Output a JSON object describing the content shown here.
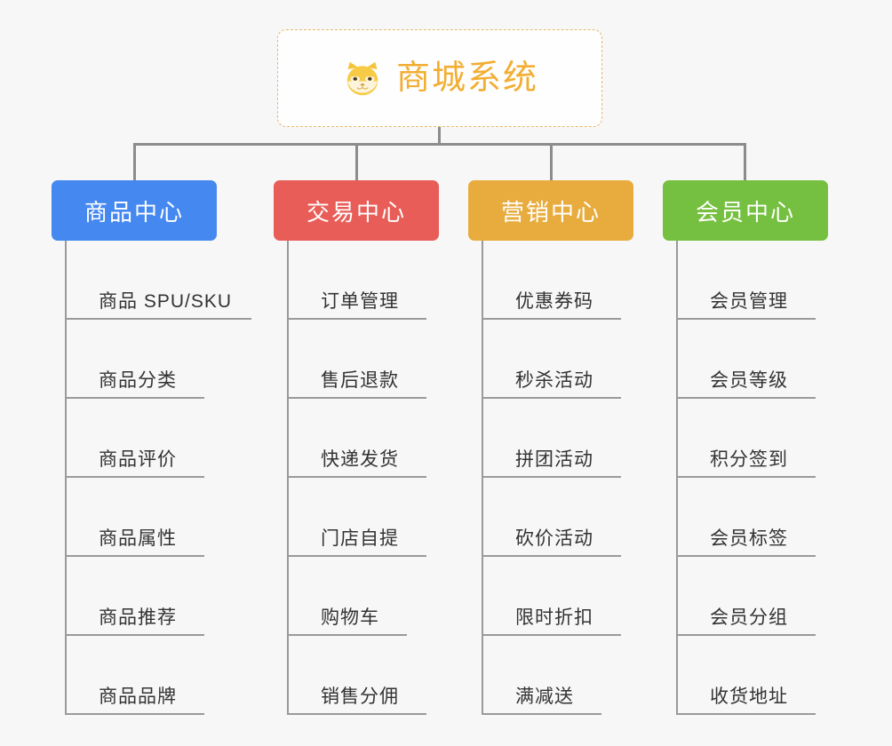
{
  "diagram": {
    "background_color": "#f7f7f7",
    "root": {
      "title": "商城系统",
      "icon": "shiba-dog-icon",
      "title_color": "#f2ae33",
      "border_color": "#e8b96a"
    },
    "connector_color": "#8c8c8c",
    "categories": [
      {
        "label": "商品中心",
        "color": "#4588f0",
        "items": [
          "商品 SPU/SKU",
          "商品分类",
          "商品评价",
          "商品属性",
          "商品推荐",
          "商品品牌"
        ]
      },
      {
        "label": "交易中心",
        "color": "#e85d57",
        "items": [
          "订单管理",
          "售后退款",
          "快递发货",
          "门店自提",
          "购物车",
          "销售分佣"
        ]
      },
      {
        "label": "营销中心",
        "color": "#e8ac3e",
        "items": [
          "优惠券码",
          "秒杀活动",
          "拼团活动",
          "砍价活动",
          "限时折扣",
          "满减送"
        ]
      },
      {
        "label": "会员中心",
        "color": "#75c040",
        "items": [
          "会员管理",
          "会员等级",
          "积分签到",
          "会员标签",
          "会员分组",
          "收货地址"
        ]
      }
    ]
  }
}
